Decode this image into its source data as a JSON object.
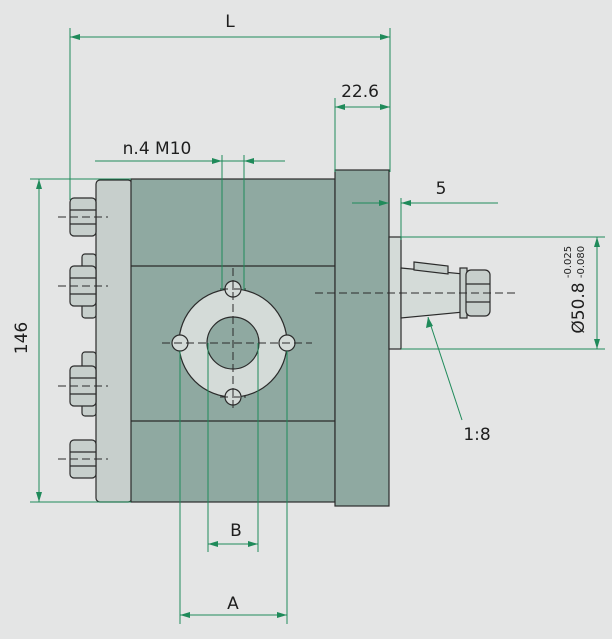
{
  "colors": {
    "background": "#e4e5e5",
    "body": "#8fa9a1",
    "plate": "#c7cfcc",
    "flange": "#d4dbd8",
    "dimension_line": "#1f8a5a",
    "outline": "#2b2b2b"
  },
  "labels": {
    "overall_length": "L",
    "flange_width": "22.6",
    "bolts": "n.4 M10",
    "offset": "5",
    "height": "146",
    "shaft_diameter": "Ø50.8",
    "tol_upper": "-0.025",
    "tol_lower": "-0.080",
    "taper": "1:8",
    "port_b": "B",
    "port_a": "A"
  }
}
